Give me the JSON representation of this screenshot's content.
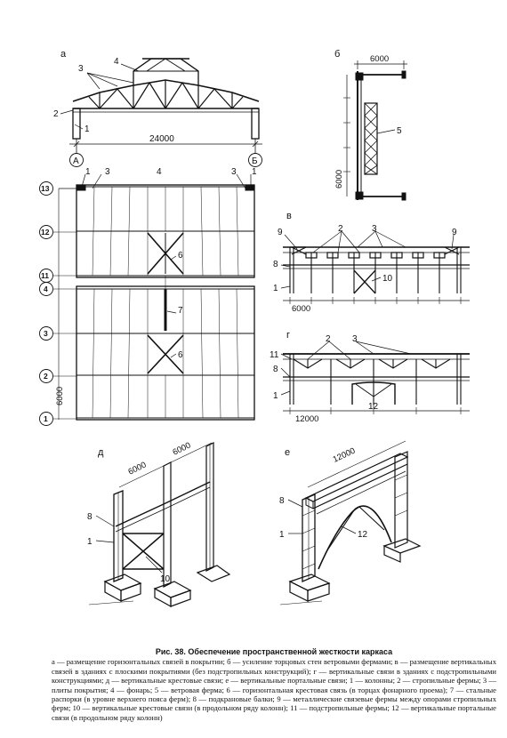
{
  "figure": {
    "panel_labels": {
      "a": "а",
      "b": "б",
      "v": "в",
      "g": "г",
      "d": "д",
      "e": "е"
    },
    "panel_a": {
      "span": "24000",
      "axis_left": "А",
      "axis_right": "Б",
      "callouts": {
        "c1": "1",
        "c2": "2",
        "c3": "3",
        "c4": "4"
      }
    },
    "panel_b": {
      "dim_top": "6000",
      "dim_side": "6000",
      "callout5": "5"
    },
    "plan": {
      "axes": [
        "13",
        "12",
        "11",
        "4",
        "3",
        "2",
        "1"
      ],
      "dim_bottom": "6000",
      "callouts": {
        "c1": "1",
        "c3a": "3",
        "c4": "4",
        "c3b": "3",
        "c1b": "1",
        "c6a": "6",
        "c7": "7",
        "c6b": "6"
      }
    },
    "panel_v": {
      "dim": "6000",
      "callouts": {
        "c9a": "9",
        "c2": "2",
        "c3": "3",
        "c9b": "9",
        "c8": "8",
        "c1": "1",
        "c10": "10"
      }
    },
    "panel_g": {
      "dim": "12000",
      "callouts": {
        "c2": "2",
        "c3": "3",
        "c11": "11",
        "c8": "8",
        "c1": "1",
        "c12": "12"
      }
    },
    "panel_d": {
      "dim_a": "6000",
      "dim_b": "6000",
      "callouts": {
        "c8": "8",
        "c1": "1",
        "c10": "10"
      }
    },
    "panel_e": {
      "dim": "12000",
      "callouts": {
        "c8": "8",
        "c1": "1",
        "c12": "12"
      }
    }
  },
  "caption": {
    "title": "Рис. 38. Обеспечение пространственной жесткости каркаса",
    "text": "а — размещение горизонтальных связей в покрытии; б — усиление торцовых стен ветровыми фермами; в — размещение вертикальных связей в зданиях с плоскими покрытиями (без подстропильных конструкций); г — вертикальные связи в зданиях с подстропильными конструкциями; д — вертикальные крестовые связи; е — вертикальные портальные связи; 1 — колонны; 2 — стропильные фермы; 3 — плиты покрытия; 4 — фонарь; 5 — ветровая ферма; 6 — горизонтальная крестовая связь (в торцах фонарного проема); 7 — стальные распорки (в уровне верхнего пояса ферм); 8 — подкрановые балки; 9 — металлические связевые фермы между опорами стропильных ферм; 10 — вертикальные крестовые связи (в продольном ряду колонн); 11 — подстропильные фермы; 12 — вертикальные портальные связи (в продольном ряду колонн)"
  }
}
